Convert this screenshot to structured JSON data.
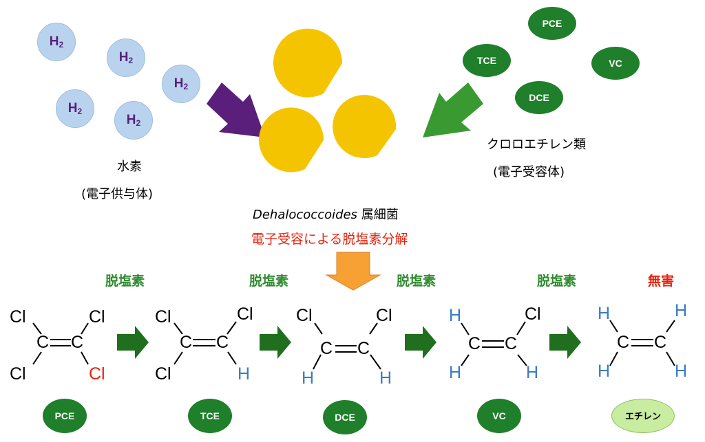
{
  "hydrogen": {
    "label": "H",
    "sub": "2"
  },
  "donor": {
    "line1": "水素",
    "line2": "(電子供与体)"
  },
  "acceptor": {
    "line1": "クロロエチレン類",
    "line2": "(電子受容体)",
    "ovals": [
      "PCE",
      "TCE",
      "VC",
      "DCE"
    ]
  },
  "bacteria": {
    "genus": "Dehalococcoides",
    "suffix": " 属細菌",
    "process": "電子受容による脱塩素分解"
  },
  "steps": {
    "dechlor": "脱塩素",
    "harmless": "無害"
  },
  "compounds": [
    "PCE",
    "TCE",
    "DCE",
    "VC",
    "エチレン"
  ],
  "atoms": {
    "cl": "Cl",
    "h": "H",
    "c": "C"
  },
  "colors": {
    "hydrogen_fill": "#b9d3ee",
    "hydrogen_text": "#5a1f7a",
    "pacman": "#f5c400",
    "purple_arrow": "#5a1f7a",
    "green_arrow": "#3a9a32",
    "dark_green_arrow": "#1f6f1f",
    "oval_green": "#1f7f2a",
    "ethylene_oval": "#c8eca0",
    "orange_arrow": "#f7a033",
    "red": "#e8220c",
    "blue": "#3a7cc4"
  }
}
